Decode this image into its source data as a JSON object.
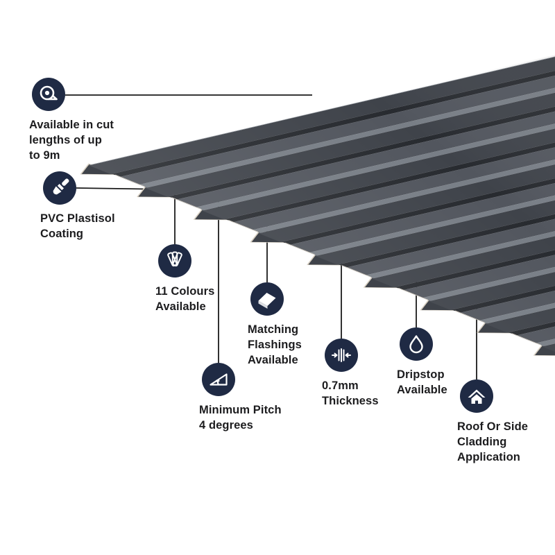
{
  "figure": {
    "kind": "product-feature-infographic",
    "subject": "box-profile-roofing-sheet"
  },
  "colors": {
    "background": "#ffffff",
    "icon_circle": "#1f2a44",
    "icon_glyph": "#ffffff",
    "text": "#1c1c1e",
    "leader_line": "#1a1a1a",
    "sheet_crest": "#3f434a",
    "sheet_web_dark": "#282b30",
    "sheet_valley": "#52565e",
    "sheet_web_light": "#787e86",
    "sheet_edge": "#d7cfc1",
    "sheet_top_edge": "#8d939b"
  },
  "features": [
    {
      "id": "cut-lengths",
      "icon": "tape-measure-icon",
      "label": "Available in cut\nlengths of up\nto 9m"
    },
    {
      "id": "coating",
      "icon": "paintbrush-icon",
      "label": "PVC Plastisol\nCoating"
    },
    {
      "id": "colours",
      "icon": "colour-fan-icon",
      "label": "11 Colours\nAvailable"
    },
    {
      "id": "flashings",
      "icon": "flashing-icon",
      "label": "Matching\nFlashings\nAvailable"
    },
    {
      "id": "pitch",
      "icon": "pitch-angle-icon",
      "label": "Minimum Pitch\n4 degrees"
    },
    {
      "id": "thickness",
      "icon": "thickness-icon",
      "label": "0.7mm\nThickness"
    },
    {
      "id": "dripstop",
      "icon": "droplet-icon",
      "label": "Dripstop\nAvailable"
    },
    {
      "id": "cladding",
      "icon": "house-icon",
      "label": "Roof Or Side\nCladding\nApplication"
    }
  ]
}
